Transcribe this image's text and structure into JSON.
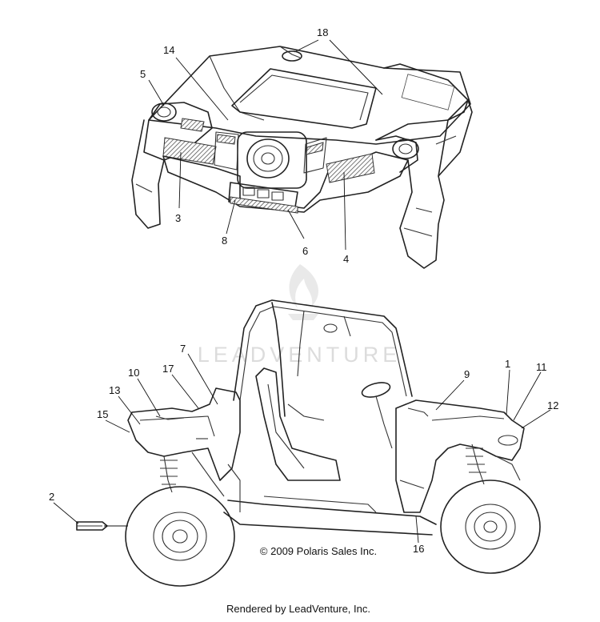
{
  "watermark": {
    "text": "LEADVENTURE"
  },
  "callouts": {
    "c1": "1",
    "c2": "2",
    "c3": "3",
    "c4": "4",
    "c5": "5",
    "c6": "6",
    "c7": "7",
    "c8": "8",
    "c9": "9",
    "c10": "10",
    "c11": "11",
    "c12": "12",
    "c13": "13",
    "c14": "14",
    "c15": "15",
    "c16": "16",
    "c17": "17",
    "c18": "18"
  },
  "copyright": "© 2009 Polaris Sales Inc.",
  "footer": {
    "rendered_by": "Rendered by LeadVenture, Inc."
  },
  "colors": {
    "line": "#222222",
    "background": "#ffffff",
    "watermark": "#e9e9e9"
  }
}
